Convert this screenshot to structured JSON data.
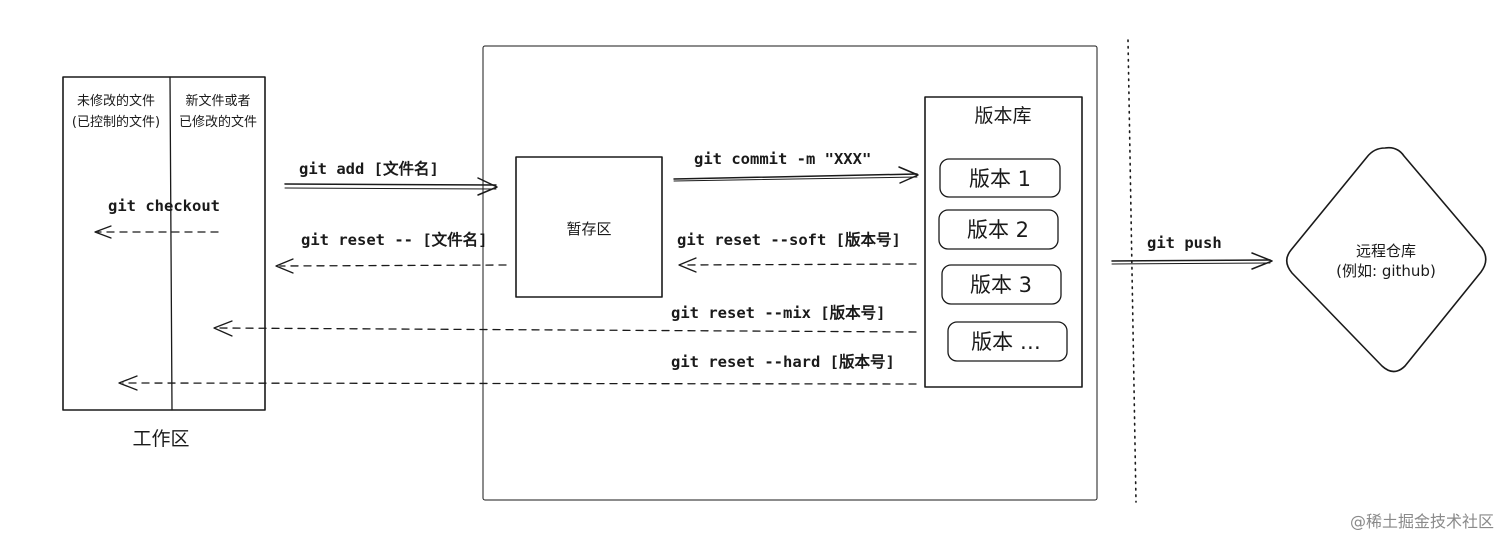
{
  "workspace": {
    "title": "工作区",
    "left_col_line1": "未修改的文件",
    "left_col_line2": "(已控制的文件)",
    "right_col_line1": "新文件或者",
    "right_col_line2": "已修改的文件"
  },
  "staging": {
    "title": "暂存区"
  },
  "repository": {
    "title": "版本库",
    "versions": [
      "版本  1",
      "版本  2",
      "版本  3",
      "版本  …"
    ]
  },
  "remote": {
    "line1": "远程仓库",
    "line2": "(例如: github)"
  },
  "commands": {
    "checkout": "git checkout",
    "add": "git add [文件名]",
    "reset_file": "git reset -- [文件名]",
    "commit": "git commit -m \"XXX\"",
    "reset_soft": "git reset --soft [版本号]",
    "reset_mix": "git reset --mix [版本号]",
    "reset_hard": "git reset --hard [版本号]",
    "push": "git push"
  },
  "watermark": "@稀土掘金技术社区"
}
